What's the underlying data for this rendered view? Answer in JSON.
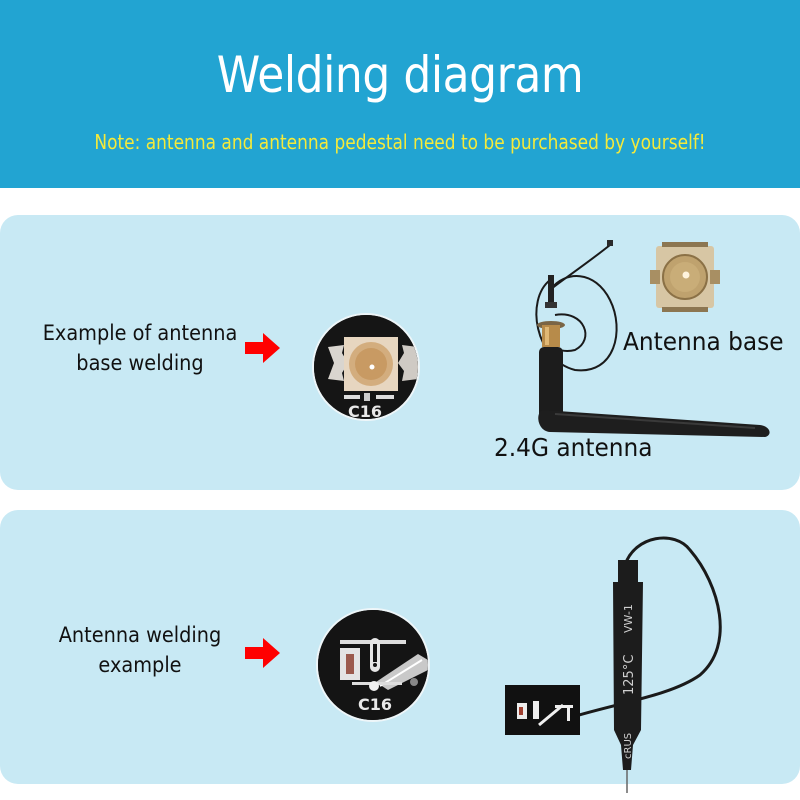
{
  "header": {
    "title": "Welding diagram",
    "note": "Note: antenna and antenna pedestal need to be purchased by yourself!"
  },
  "panels": [
    {
      "label_line1": "Example of antenna",
      "label_line2": "base welding",
      "pcb_marking": "C16",
      "antenna_base_caption": "Antenna base",
      "antenna_caption": "2.4G antenna"
    },
    {
      "label_line1": "Antenna welding",
      "label_line2": "example",
      "pcb_marking": "C16",
      "antenna_print_1": "VW-1",
      "antenna_print_2": "125°C",
      "antenna_print_3": "cRUS"
    }
  ],
  "colors": {
    "header_bg": "#22a4d2",
    "title": "#ffffff",
    "note": "#f5ea3a",
    "panel_bg": "#c8e9f4",
    "arrow": "#ff0000"
  }
}
